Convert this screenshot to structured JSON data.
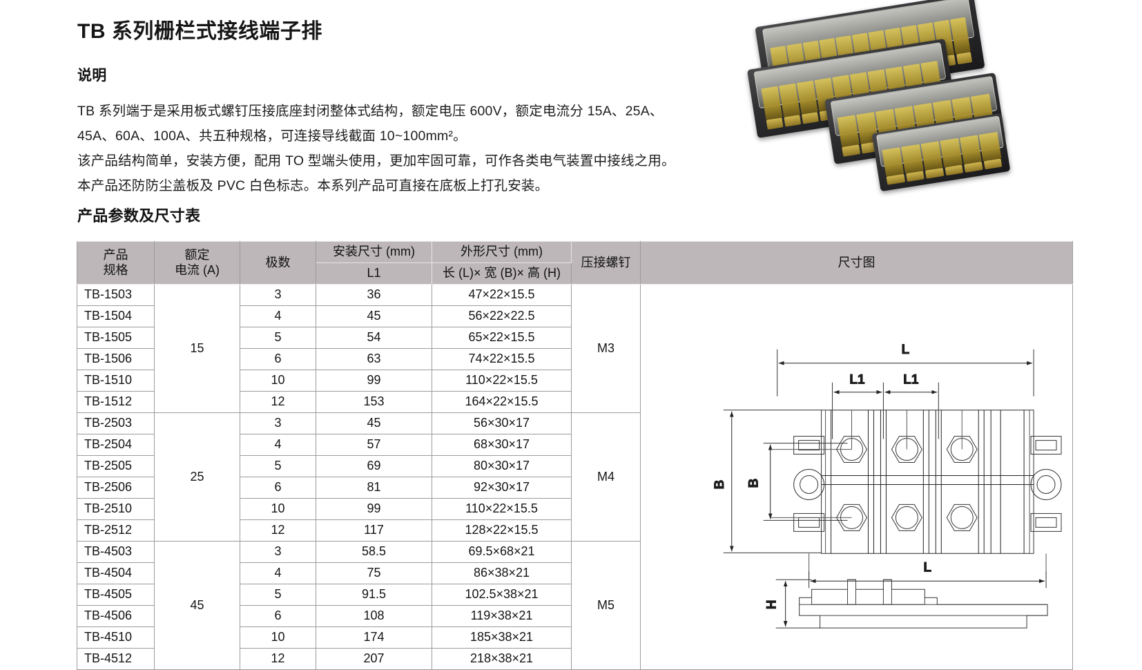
{
  "document": {
    "title": "TB 系列栅栏式接线端子排"
  },
  "description": {
    "heading": "说明",
    "lines": [
      "TB 系列端于是采用板式螺钉压接底座封闭整体式结构，额定电压 600V，额定电流分 15A、25A、",
      "45A、60A、100A、共五种规格，可连接导线截面 10~100mm²。",
      "该产品结构简单，安装方便，配用 TO 型端头使用，更加牢固可靠，可作各类电气装置中接线之用。",
      "本产品还防防尘盖板及 PVC 白色标志。本系列产品可直接在底板上打孔安装。"
    ]
  },
  "spec_section": {
    "heading": "产品参数及尺寸表"
  },
  "table": {
    "headers": {
      "model": "产品\n规格",
      "model_l1": "产品",
      "model_l2": "规格",
      "current_l1": "额定",
      "current_l2": "电流 (A)",
      "poles": "极数",
      "install_group": "安装尺寸 (mm)",
      "install_sub": "L1",
      "outline_group": "外形尺寸 (mm)",
      "outline_sub": "长 (L)× 宽 (B)× 高 (H)",
      "screw": "压接螺钉",
      "drawing": "尺寸图"
    },
    "groups": [
      {
        "current": "15",
        "screw": "M3",
        "rows": [
          {
            "model": "TB-1503",
            "poles": "3",
            "l1": "36",
            "dims": "47×22×15.5"
          },
          {
            "model": "TB-1504",
            "poles": "4",
            "l1": "45",
            "dims": "56×22×22.5"
          },
          {
            "model": "TB-1505",
            "poles": "5",
            "l1": "54",
            "dims": "65×22×15.5"
          },
          {
            "model": "TB-1506",
            "poles": "6",
            "l1": "63",
            "dims": "74×22×15.5"
          },
          {
            "model": "TB-1510",
            "poles": "10",
            "l1": "99",
            "dims": "110×22×15.5"
          },
          {
            "model": "TB-1512",
            "poles": "12",
            "l1": "153",
            "dims": "164×22×15.5"
          }
        ]
      },
      {
        "current": "25",
        "screw": "M4",
        "rows": [
          {
            "model": "TB-2503",
            "poles": "3",
            "l1": "45",
            "dims": "56×30×17"
          },
          {
            "model": "TB-2504",
            "poles": "4",
            "l1": "57",
            "dims": "68×30×17"
          },
          {
            "model": "TB-2505",
            "poles": "5",
            "l1": "69",
            "dims": "80×30×17"
          },
          {
            "model": "TB-2506",
            "poles": "6",
            "l1": "81",
            "dims": "92×30×17"
          },
          {
            "model": "TB-2510",
            "poles": "10",
            "l1": "99",
            "dims": "110×22×15.5"
          },
          {
            "model": "TB-2512",
            "poles": "12",
            "l1": "117",
            "dims": "128×22×15.5"
          }
        ]
      },
      {
        "current": "45",
        "screw": "M5",
        "rows": [
          {
            "model": "TB-4503",
            "poles": "3",
            "l1": "58.5",
            "dims": "69.5×68×21"
          },
          {
            "model": "TB-4504",
            "poles": "4",
            "l1": "75",
            "dims": "86×38×21"
          },
          {
            "model": "TB-4505",
            "poles": "5",
            "l1": "91.5",
            "dims": "102.5×38×21"
          },
          {
            "model": "TB-4506",
            "poles": "6",
            "l1": "108",
            "dims": "119×38×21"
          },
          {
            "model": "TB-4510",
            "poles": "10",
            "l1": "174",
            "dims": "185×38×21"
          },
          {
            "model": "TB-4512",
            "poles": "12",
            "l1": "207",
            "dims": "218×38×21"
          }
        ]
      }
    ]
  },
  "drawing": {
    "labels": {
      "length": "L",
      "pitch_1": "L1",
      "pitch_2": "L1",
      "width_outer": "B",
      "width_inner": "B",
      "length_bottom": "L",
      "height": "H"
    }
  },
  "colors": {
    "header_bg": "#bdb7ba",
    "border": "#9b9b9b",
    "text": "#141414"
  }
}
